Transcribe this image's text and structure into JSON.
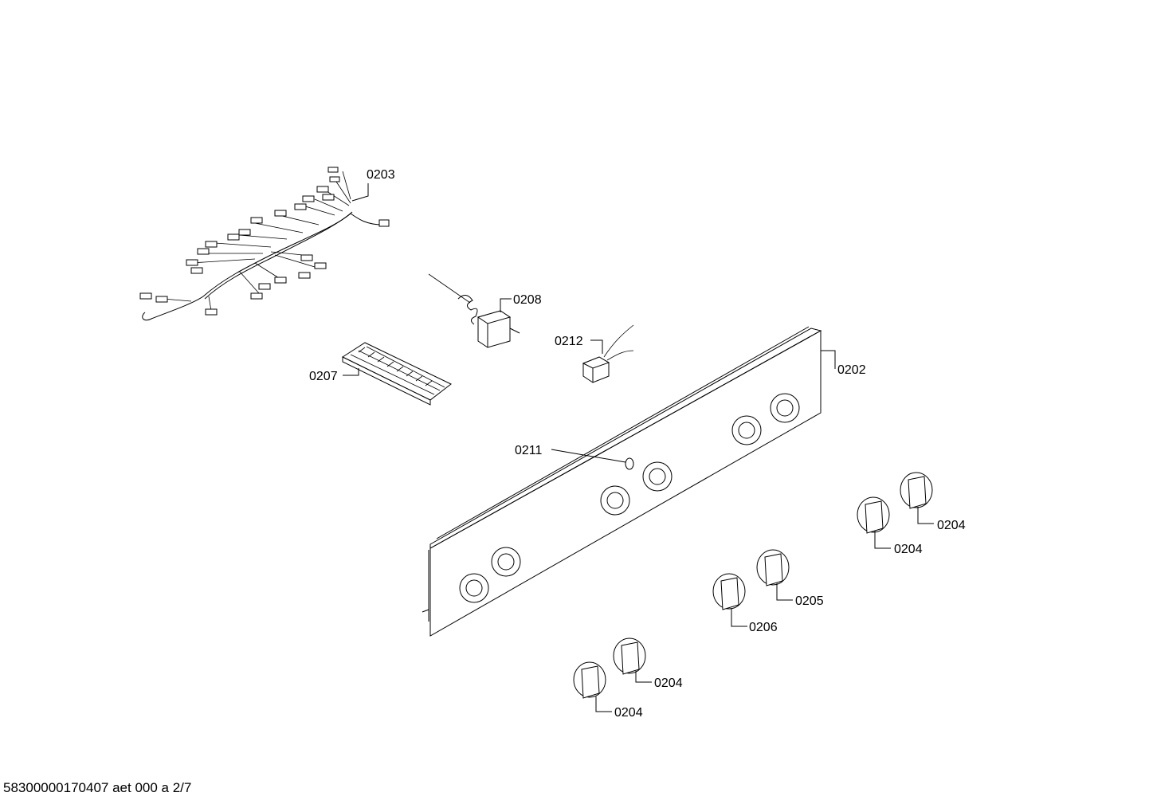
{
  "labels": {
    "p0203": "0203",
    "p0208": "0208",
    "p0212": "0212",
    "p0207": "0207",
    "p0202": "0202",
    "p0211": "0211",
    "p0204_a": "0204",
    "p0204_b": "0204",
    "p0205": "0205",
    "p0206": "0206",
    "p0204_c": "0204",
    "p0204_d": "0204"
  },
  "footer": "58300000170407 aet 000 a 2/7"
}
